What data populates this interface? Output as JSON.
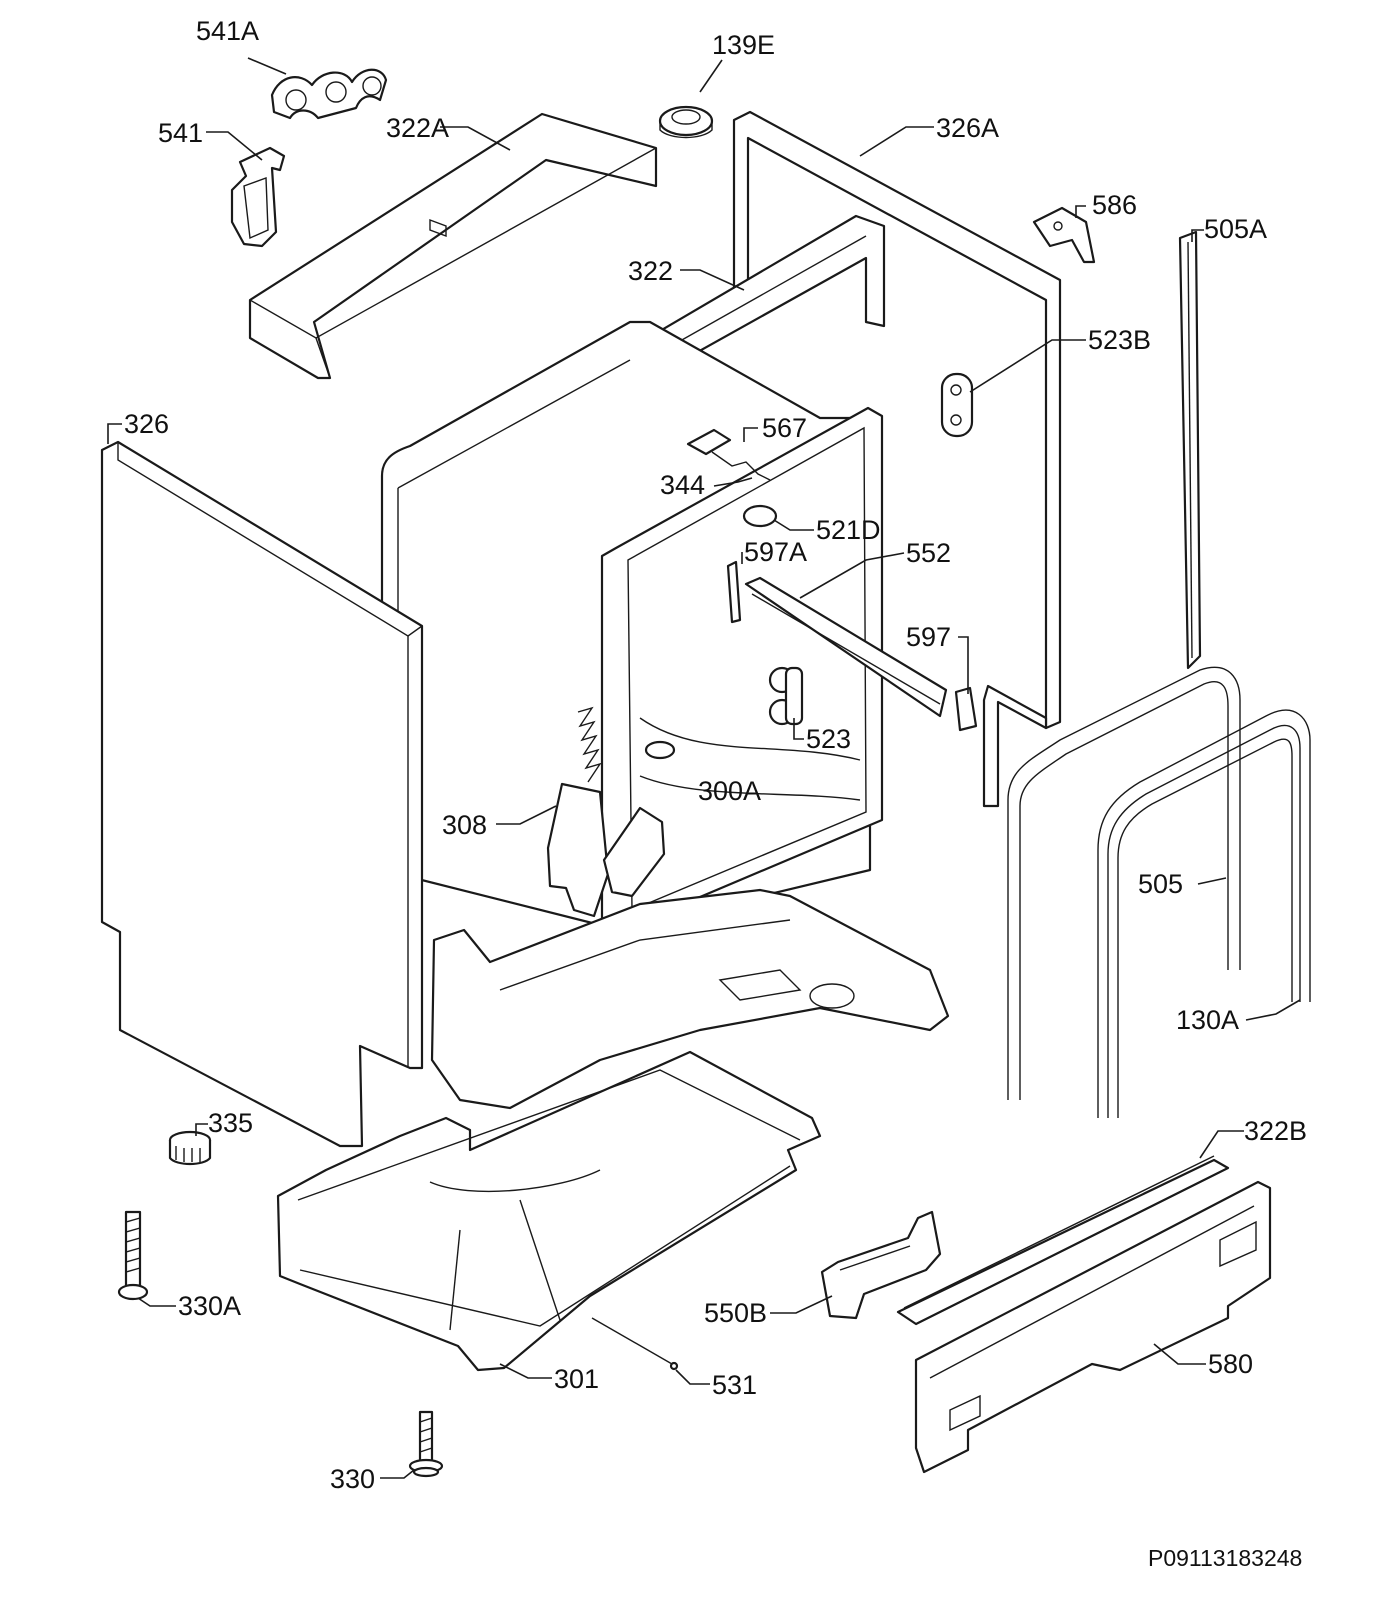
{
  "callouts": {
    "p541A": "541A",
    "p139E": "139E",
    "p541": "541",
    "p322A": "322A",
    "p326A": "326A",
    "p586": "586",
    "p505A": "505A",
    "p322": "322",
    "p523B": "523B",
    "p326": "326",
    "p567": "567",
    "p344": "344",
    "p521D": "521D",
    "p597A": "597A",
    "p552": "552",
    "p597": "597",
    "p523": "523",
    "p300A": "300A",
    "p308": "308",
    "p505": "505",
    "p130A": "130A",
    "p335": "335",
    "p322B": "322B",
    "p330A": "330A",
    "p550B": "550B",
    "p580": "580",
    "p301": "301",
    "p531": "531",
    "p330": "330"
  },
  "drawing_code": "P09113183248"
}
